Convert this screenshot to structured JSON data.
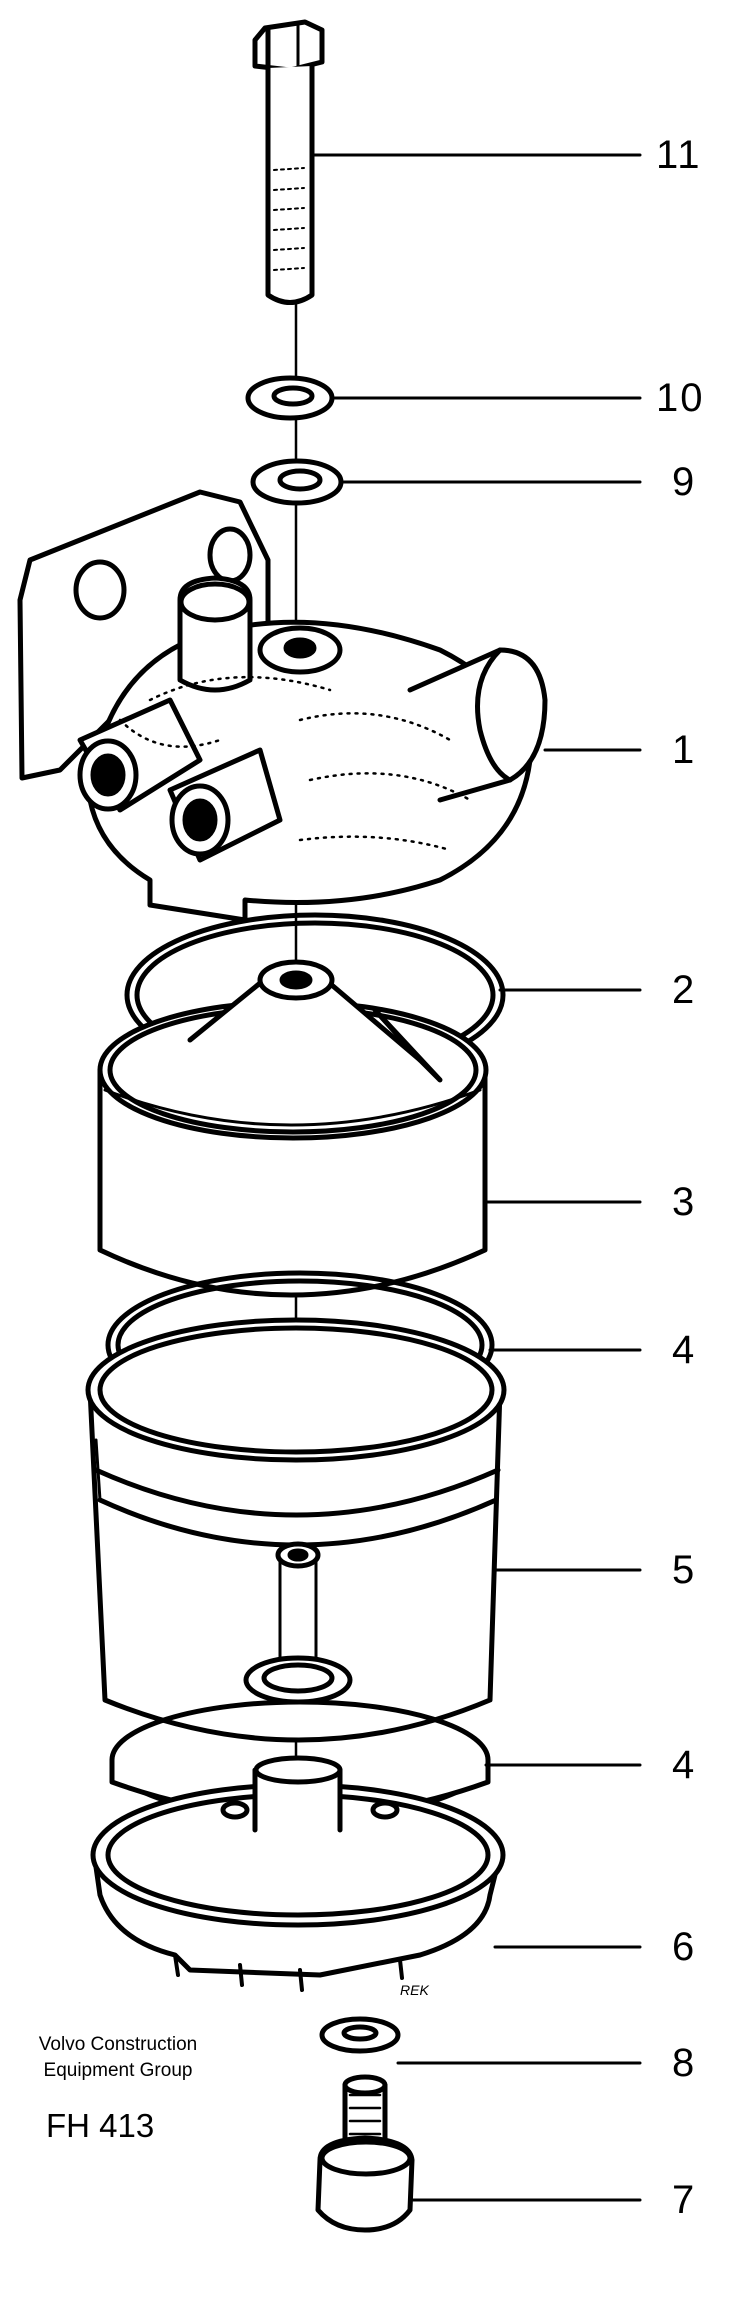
{
  "parts": [
    {
      "ref": "11",
      "name": "bolt"
    },
    {
      "ref": "10",
      "name": "washer"
    },
    {
      "ref": "9",
      "name": "washer"
    },
    {
      "ref": "1",
      "name": "filter head"
    },
    {
      "ref": "2",
      "name": "seal ring"
    },
    {
      "ref": "3",
      "name": "filter element"
    },
    {
      "ref": "4",
      "name": "seal ring"
    },
    {
      "ref": "5",
      "name": "bowl"
    },
    {
      "ref": "4",
      "name": "seal ring"
    },
    {
      "ref": "6",
      "name": "bottom cover"
    },
    {
      "ref": "8",
      "name": "washer"
    },
    {
      "ref": "7",
      "name": "drain plug"
    }
  ],
  "footer": {
    "company_line1": "Volvo Construction",
    "company_line2": "Equipment Group",
    "code": "FH 413"
  }
}
